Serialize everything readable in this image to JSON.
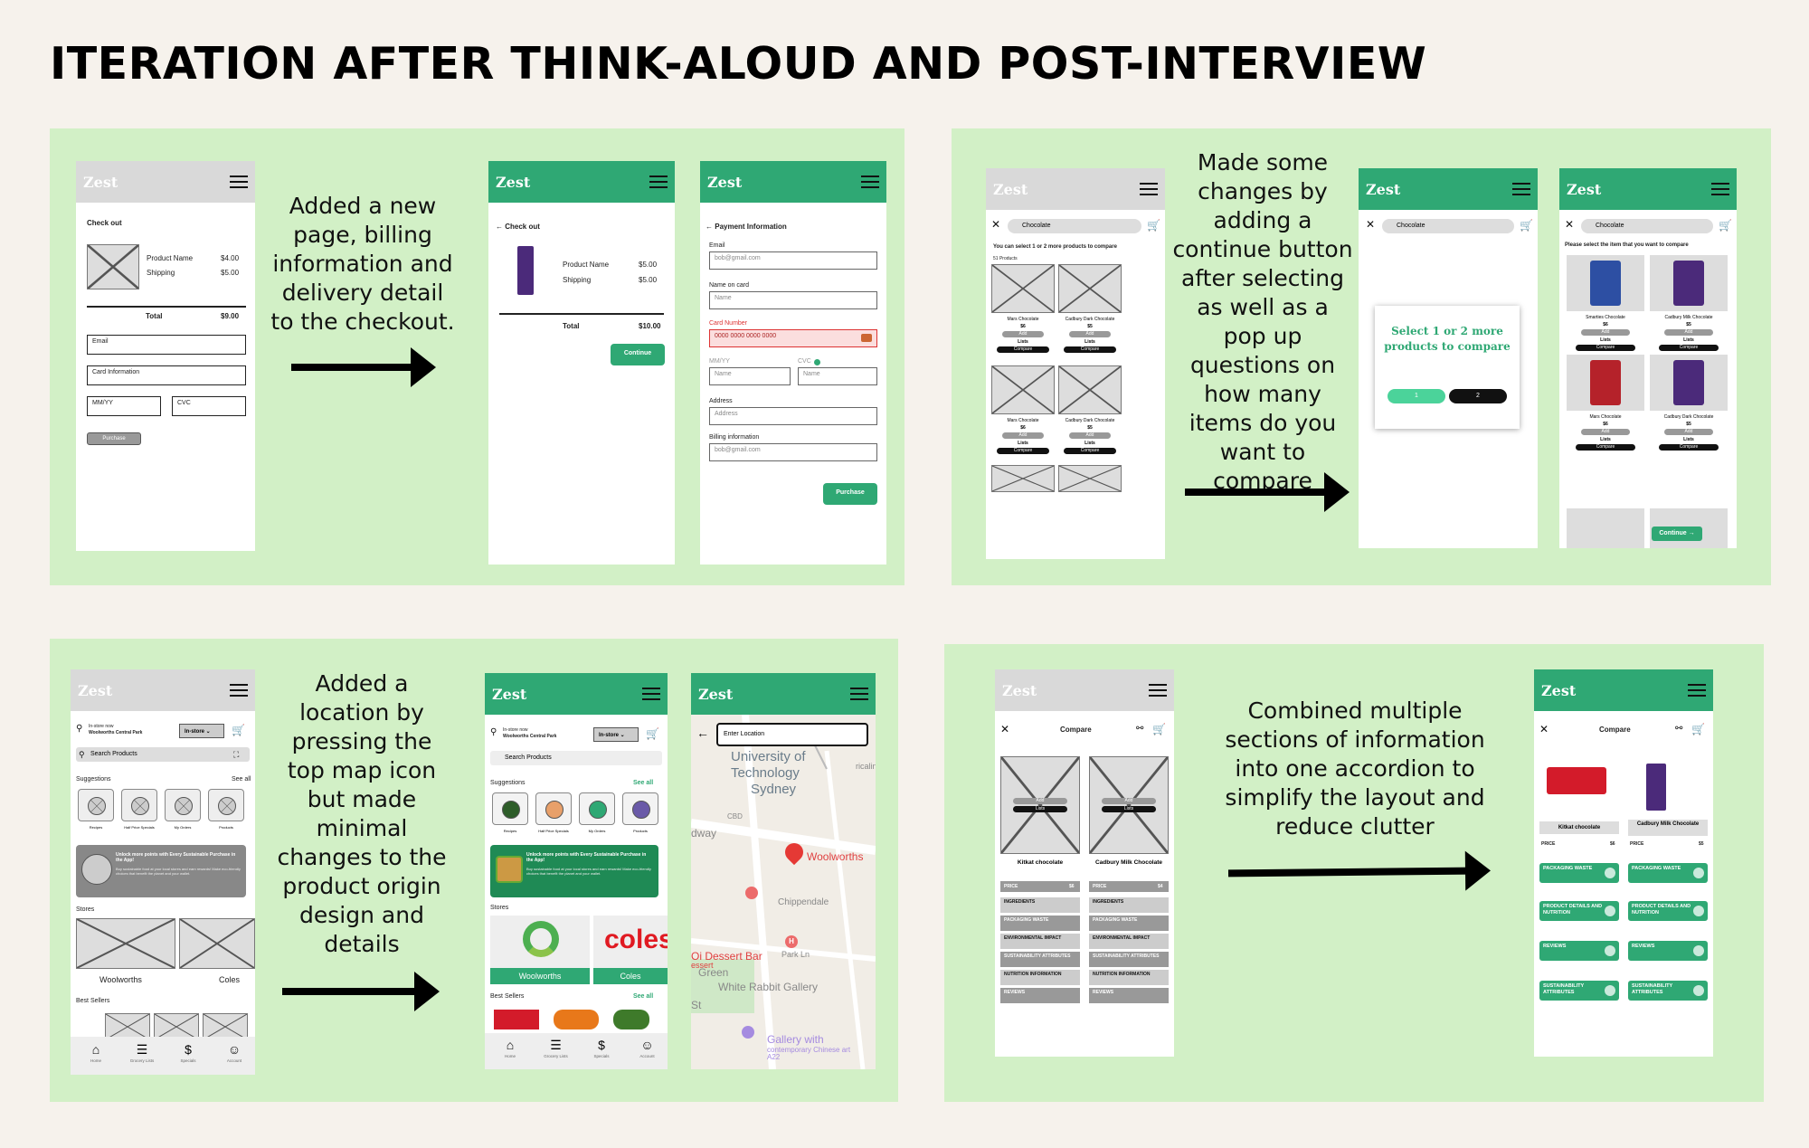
{
  "title": "ITERATION AFTER THINK-ALOUD AND POST-INTERVIEW",
  "logo": "Zest",
  "panel1": {
    "desc": "Added a new page, billing information and delivery detail to the checkout.",
    "lofi": {
      "heading": "Check out",
      "product": "Product Name",
      "product_price": "$4.00",
      "shipping": "Shipping",
      "shipping_price": "$5.00",
      "total": "Total",
      "total_price": "$9.00",
      "email": "Email",
      "card": "Card Information",
      "mmyy": "MM/YY",
      "cvc": "CVC",
      "button": "Purchase"
    },
    "hifi": {
      "heading": "Check out",
      "product": "Product Name",
      "product_price": "$5.00",
      "shipping": "Shipping",
      "shipping_price": "$5.00",
      "total": "Total",
      "total_price": "$10.00",
      "button": "Continue"
    },
    "payment": {
      "heading": "Payment Information",
      "email_label": "Email",
      "email_value": "bob@gmail.com",
      "name_label": "Name on card",
      "name_ph": "Name",
      "card_label": "Card Number",
      "card_value": "0000 0000 0000 0000",
      "mmyy_label": "MM/YY",
      "cvc_label": "CVC",
      "mmyy_ph": "Name",
      "cvc_ph": "Name",
      "address_label": "Address",
      "address_ph": "Address",
      "billing_label": "Billing information",
      "billing_ph": "bob@gmail.com",
      "button": "Purchase"
    }
  },
  "panel2": {
    "desc": "Made some changes by adding a continue button after selecting as well as a pop up questions on how many items do you want to compare",
    "search": "Chocolate",
    "lofi": {
      "hint": "You can select 1 or 2 more products to compare",
      "count": "51 Products",
      "items": [
        {
          "name": "Mars Chocolate",
          "price": "$6"
        },
        {
          "name": "Cadbury Dark Chocolate",
          "price": "$5"
        },
        {
          "name": "Mars Chocolate",
          "price": "$6"
        },
        {
          "name": "Cadbury Dark Chocolate",
          "price": "$5"
        }
      ],
      "add": "Add",
      "lists": "Lists",
      "compare": "Compare"
    },
    "popup": {
      "text": "Select 1 or 2 more products to compare",
      "opt1": "1",
      "opt2": "2"
    },
    "hifi": {
      "hint": "Please select the item that you want to compare",
      "items": [
        {
          "name": "Smarties Chocolate",
          "price": "$6"
        },
        {
          "name": "Cadbury Milk Chocolate",
          "price": "$5"
        },
        {
          "name": "Mars Chocolate",
          "price": "$6"
        },
        {
          "name": "Cadbury Dark Chocolate",
          "price": "$5"
        }
      ],
      "continue": "Continue →"
    }
  },
  "panel3": {
    "desc": "Added a location by pressing the top map icon but made minimal changes to the product origin design and details",
    "store_label": "In-store now",
    "store_name": "Woolworths Central Park",
    "mode": "In-store",
    "search": "Search Products",
    "suggestions": "Suggestions",
    "see_all": "See all",
    "sugg_items": [
      "Recipes",
      "Half Price Specials",
      "My Orders",
      "Products"
    ],
    "promo_title": "Unlock more points with Every Sustainable Purchase in the App!",
    "promo_body": "Buy sustainable food at your local stores and earn rewards! Make eco-friendly choices that benefit the planet and your wallet.",
    "stores": "Stores",
    "woolworths": "Woolworths",
    "coles": "Coles",
    "coles_logo": "coles",
    "best_sellers": "Best Sellers",
    "nav": [
      "Home",
      "Grocery Lists",
      "Specials",
      "Account"
    ],
    "map": {
      "input": "Enter Location",
      "labels": [
        "University of",
        "Technology",
        "Sydney",
        "Woolworths",
        "Oi Dessert Bar",
        "Chippendale",
        "Green",
        "White Rabbit Gallery",
        "Gallery with",
        "contemporary Chinese art",
        "A22",
        "CBD",
        "ricaline",
        "dway",
        "essert",
        "Park Ln",
        "St"
      ]
    }
  },
  "panel4": {
    "desc": "Combined multiple sections of information into one accordion to simplify the layout and reduce clutter",
    "header": "Compare",
    "lofi": {
      "p1": "Kitkat chocolate",
      "p2": "Cadbury Milk Chocolate",
      "price": "PRICE",
      "p1price": "$6",
      "p2price": "$4",
      "rows": [
        "INGREDIENTS",
        "PACKAGING WASTE",
        "ENVIRONMENTAL IMPACT",
        "SUSTAINABILITY ATTRIBUTES",
        "NUTRITION INFORMATION",
        "REVIEWS"
      ],
      "add": "Add",
      "lists": "Lists"
    },
    "hifi": {
      "p1": "Kitkat chocolate",
      "p2": "Cadbury Milk Chocolate",
      "price": "PRICE",
      "p1price": "$6",
      "p2price": "$5",
      "rows": [
        "PACKAGING WASTE",
        "PRODUCT DETAILS AND NUTRITION",
        "REVIEWS",
        "SUSTAINABILITY ATTRIBUTES"
      ]
    }
  }
}
